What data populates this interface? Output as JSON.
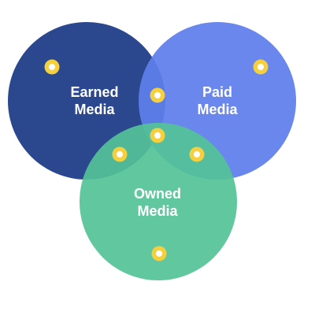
{
  "venn": {
    "circles": [
      {
        "id": "earned",
        "label_line1": "Earned",
        "label_line2": "Media",
        "color": "#22418A"
      },
      {
        "id": "paid",
        "label_line1": "Paid",
        "label_line2": "Media",
        "color": "#5E7EEB"
      },
      {
        "id": "owned",
        "label_line1": "Owned",
        "label_line2": "Media",
        "color": "#54C297"
      }
    ],
    "marker_color": "#F4D03F",
    "marker_center_color": "#FFFFFF"
  }
}
